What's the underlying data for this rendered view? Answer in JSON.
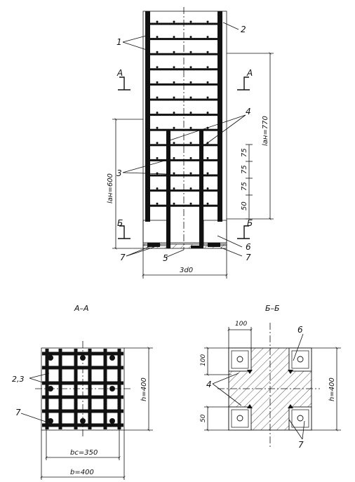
{
  "elevation": {
    "callouts": [
      "1",
      "2",
      "3",
      "4",
      "5",
      "6",
      "7",
      "7"
    ],
    "section_marks": [
      "А",
      "А",
      "Б",
      "Б"
    ],
    "dims": {
      "lap": "lан=600",
      "anchor": "lан=770",
      "pitch": [
        "75",
        "75",
        "75",
        "50"
      ],
      "width": "3d0"
    }
  },
  "section_aa": {
    "title": "А–А",
    "callouts": [
      "2,3",
      "7"
    ],
    "dims": {
      "h": "h=400",
      "bc": "bc=350",
      "b": "b=400"
    }
  },
  "section_bb": {
    "title": "Б–Б",
    "callouts": [
      "6",
      "4",
      "7"
    ],
    "dims": {
      "top": "100",
      "left_top": "100",
      "left_bottom": "50",
      "h": "h=400"
    }
  }
}
